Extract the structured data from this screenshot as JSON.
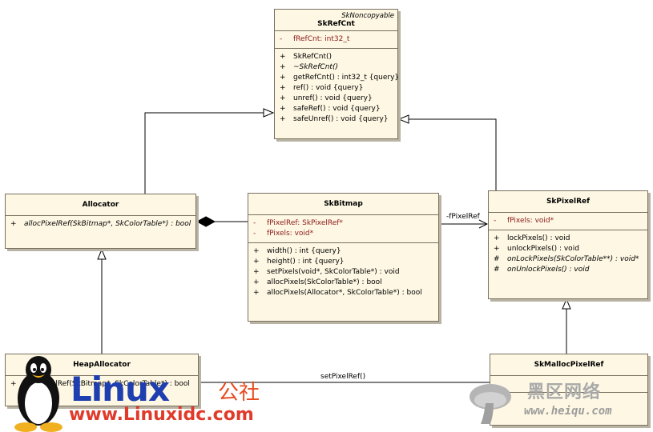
{
  "classes": {
    "skrefcnt": {
      "stereotype": "SkNoncopyable",
      "name": "SkRefCnt",
      "attributes": [
        {
          "vis": "-",
          "text": "fRefCnt:  int32_t"
        }
      ],
      "operations": [
        {
          "vis": "+",
          "text": "SkRefCnt()",
          "italic": false
        },
        {
          "vis": "+",
          "text": "~SkRefCnt()",
          "italic": true
        },
        {
          "vis": "+",
          "text": "getRefCnt() : int32_t {query}",
          "italic": false
        },
        {
          "vis": "+",
          "text": "ref() : void {query}",
          "italic": false
        },
        {
          "vis": "+",
          "text": "unref() : void {query}",
          "italic": false
        },
        {
          "vis": "+",
          "text": "safeRef() : void {query}",
          "italic": false
        },
        {
          "vis": "+",
          "text": "safeUnref() : void {query}",
          "italic": false
        }
      ]
    },
    "allocator": {
      "name": "Allocator",
      "operations": [
        {
          "vis": "+",
          "text": "allocPixelRef(SkBitmap*, SkColorTable*) : bool",
          "italic": true
        }
      ]
    },
    "skbitmap": {
      "name": "SkBitmap",
      "attributes": [
        {
          "vis": "-",
          "text": "fPixelRef:  SkPixelRef*"
        },
        {
          "vis": "-",
          "text": "fPixels:  void*"
        }
      ],
      "operations": [
        {
          "vis": "+",
          "text": "width() : int {query}",
          "italic": false
        },
        {
          "vis": "+",
          "text": "height() : int {query}",
          "italic": false
        },
        {
          "vis": "+",
          "text": "setPixels(void*, SkColorTable*) : void",
          "italic": false
        },
        {
          "vis": "+",
          "text": "allocPixels(SkColorTable*) : bool",
          "italic": false
        },
        {
          "vis": "+",
          "text": "allocPixels(Allocator*, SkColorTable*) : bool",
          "italic": false
        }
      ]
    },
    "skpixelref": {
      "name": "SkPixelRef",
      "attributes": [
        {
          "vis": "-",
          "text": "fPixels:  void*"
        }
      ],
      "operations": [
        {
          "vis": "+",
          "text": "lockPixels() : void",
          "italic": false
        },
        {
          "vis": "+",
          "text": "unlockPixels() : void",
          "italic": false
        },
        {
          "vis": "#",
          "text": "onLockPixels(SkColorTable**) : void*",
          "italic": true
        },
        {
          "vis": "#",
          "text": "onUnlockPixels() : void",
          "italic": true
        }
      ]
    },
    "heapallocator": {
      "name": "HeapAllocator",
      "operations": [
        {
          "vis": "+",
          "text": "allocPixelRef(SkBitmap*, SkColorTable*) : bool",
          "italic": false
        }
      ]
    },
    "skmallocpixelref": {
      "name": "SkMallocPixelRef"
    }
  },
  "connectors": {
    "pixelref_label": "-fPixelRef",
    "setpixelref_label": "setPixelRef()"
  },
  "watermarks": {
    "linux_brand": "Linux",
    "linux_suffix": "公社",
    "linux_url": "www.Linuxidc.com",
    "heiqu_brand": "黑区网络",
    "heiqu_url": "www.heiqu.com"
  },
  "colors": {
    "class_fill": "#fdf7e3",
    "attribute_text": "#8b1a1a",
    "linux_blue": "#1f3fb0",
    "linux_red": "#e03a2a"
  }
}
